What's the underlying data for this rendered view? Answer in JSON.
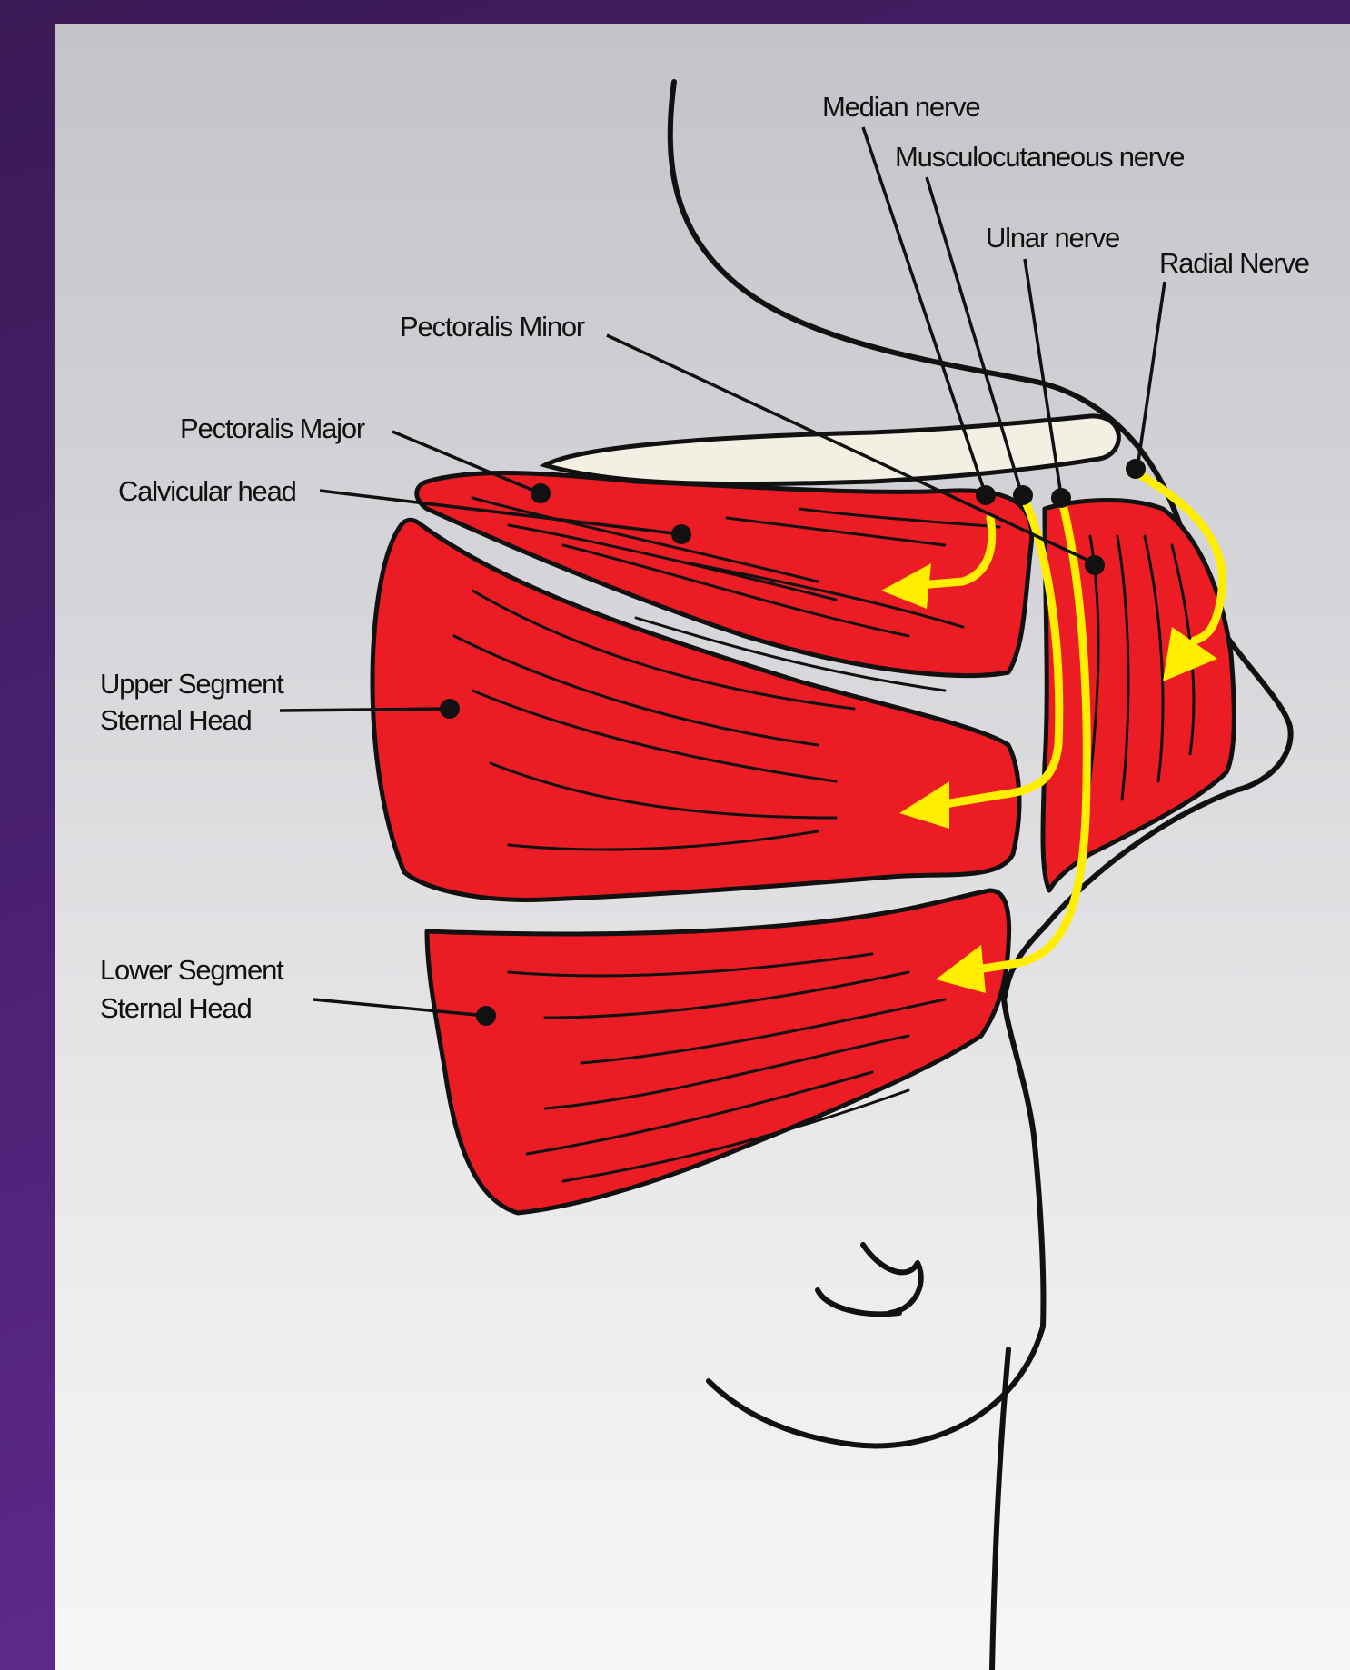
{
  "labels": {
    "median_nerve": "Median nerve",
    "musculocutaneous_nerve": "Musculocutaneous nerve",
    "ulnar_nerve": "Ulnar nerve",
    "radial_nerve": "Radial Nerve",
    "pectoralis_minor": "Pectoralis Minor",
    "pectoralis_major": "Pectoralis Major",
    "calvicular_head": "Calvicular head",
    "upper_segment_line1": "Upper Segment",
    "upper_segment_line2": "Sternal Head",
    "lower_segment_line1": "Lower Segment",
    "lower_segment_line2": "Sternal Head"
  },
  "colors": {
    "muscle": "#ec1c24",
    "nerve": "#ffee00",
    "clavicle": "#f3efe2",
    "outline": "#111111"
  }
}
